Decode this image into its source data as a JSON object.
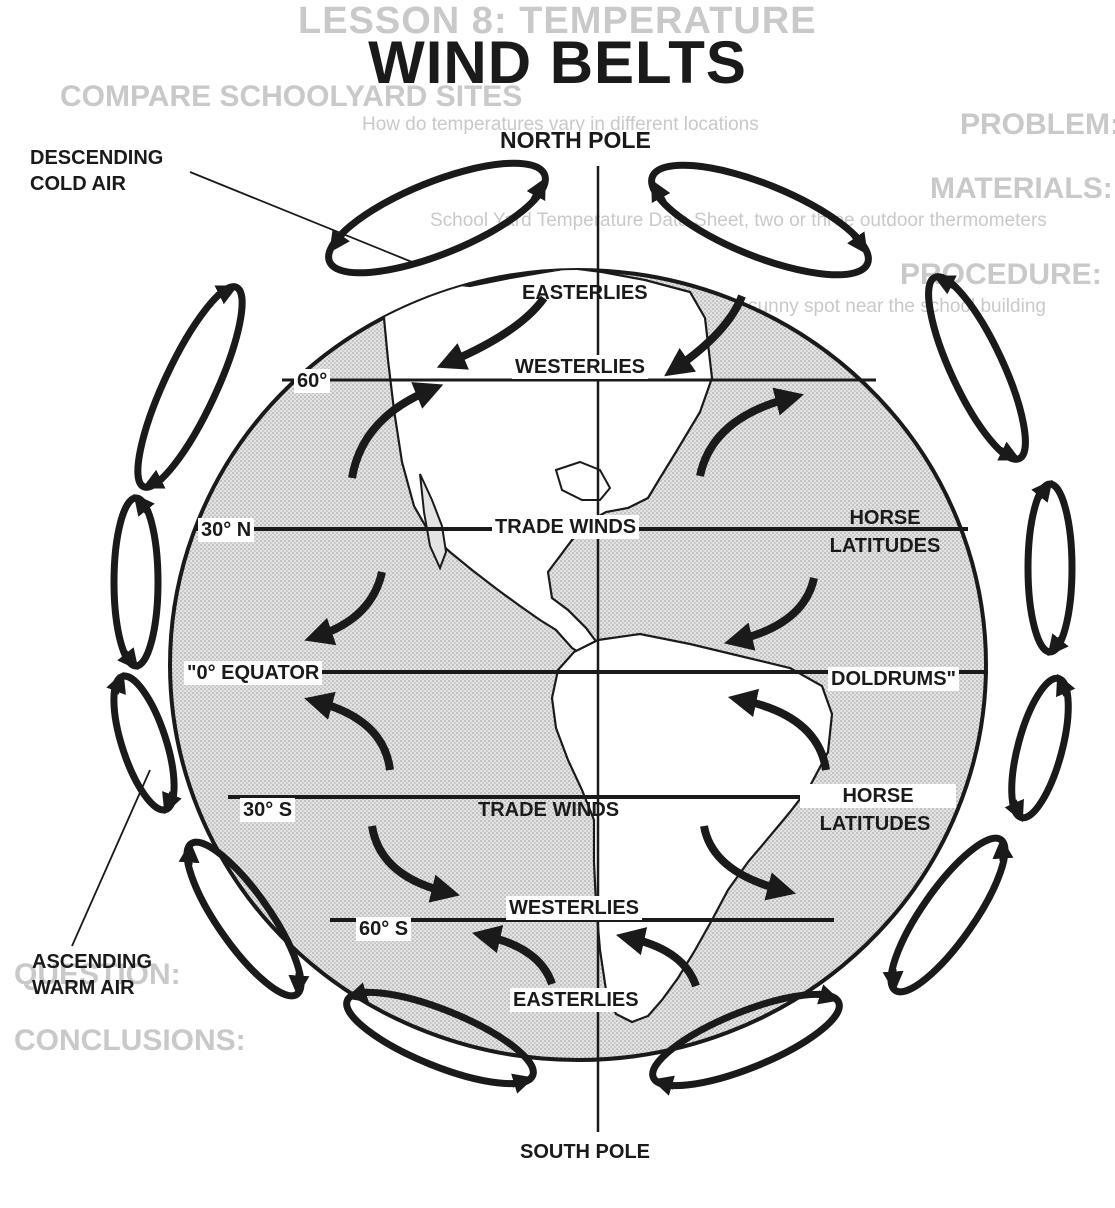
{
  "title": "WIND BELTS",
  "poles": {
    "north": "NORTH POLE",
    "south": "SOUTH POLE"
  },
  "side_labels": {
    "descending_line1": "DESCENDING",
    "descending_line2": "COLD AIR",
    "ascending_line1": "ASCENDING",
    "ascending_line2": "WARM AIR"
  },
  "latitudes": {
    "n60": "60°",
    "n30": "30° N",
    "equator": "\"0° EQUATOR",
    "s30": "30° S",
    "s60": "60° S"
  },
  "winds": {
    "easterlies_north": "EASTERLIES",
    "westerlies_north": "WESTERLIES",
    "trade_winds_north": "TRADE WINDS",
    "horse_north_line1": "HORSE",
    "horse_north_line2": "LATITUDES",
    "doldrums": "DOLDRUMS\"",
    "trade_winds_south": "TRADE WINDS",
    "horse_south_line1": "HORSE",
    "horse_south_line2": "LATITUDES",
    "westerlies_south": "WESTERLIES",
    "easterlies_south": "EASTERLIES"
  },
  "colors": {
    "ink": "#1a1a1a",
    "globe_fill": "#d9d9d9",
    "bleed_through": "#c9c9c9"
  },
  "bleed_through_text": [
    "LESSON 8: TEMPERATURE",
    "COMPARE SCHOOLYARD SITES",
    "PROBLEM:",
    "How do temperatures vary in different locations",
    "MATERIALS:",
    "School Yard Temperature Data Sheet, two or three outdoor thermometers",
    "PROCEDURE:",
    "Find a shady spot and a sunny spot near the school building",
    "CONCLUSIONS:",
    "QUESTION:"
  ]
}
